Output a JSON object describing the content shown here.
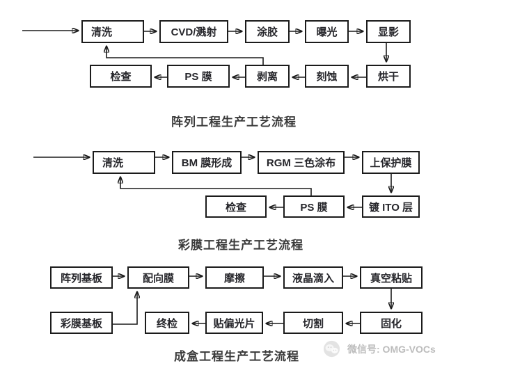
{
  "diagrams": [
    {
      "title": "阵列工程生产工艺流程",
      "row1": [
        "清洗",
        "CVD/溅射",
        "涂胶",
        "曝光",
        "显影"
      ],
      "row2": [
        "检查",
        "PS 膜",
        "剥离",
        "刻蚀",
        "烘干"
      ]
    },
    {
      "title": "彩膜工程生产工艺流程",
      "row1": [
        "清洗",
        "BM 膜形成",
        "RGM 三色涂布",
        "上保护膜"
      ],
      "row2": [
        "检查",
        "PS 膜",
        "镀 ITO 层"
      ]
    },
    {
      "title": "成盒工程生产工艺流程",
      "row1": [
        "阵列基板",
        "配向膜",
        "摩擦",
        "液晶滴入",
        "真空粘贴"
      ],
      "row2": [
        "彩膜基板",
        "终检",
        "贴偏光片",
        "切割",
        "固化"
      ]
    }
  ],
  "watermark": {
    "label": "微信号: OMG-VOCs",
    "icon": "wechat-logo"
  },
  "colors": {
    "line": "#1b1b1b",
    "box_border": "#1b1b1b",
    "text": "#26262b",
    "title_text": "#3a3a3a",
    "watermark_text": "#bcbcbc",
    "background": "#ffffff"
  }
}
